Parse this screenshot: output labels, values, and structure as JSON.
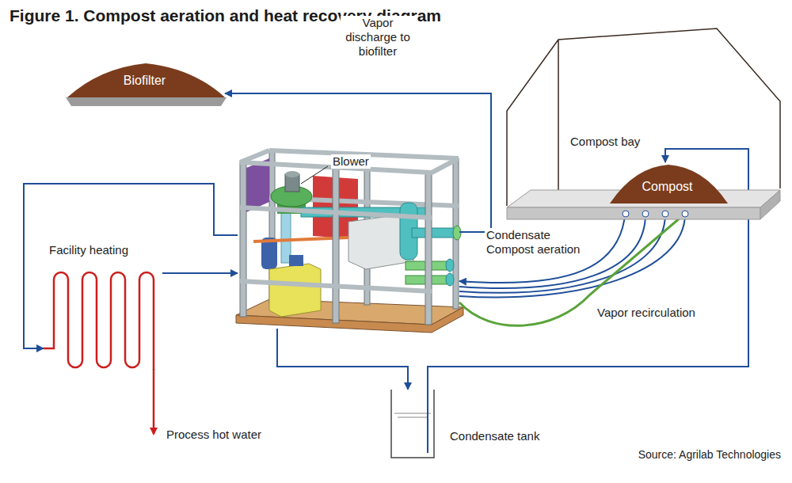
{
  "diagram": {
    "title": "Figure 1. Compost aeration and heat recovery diagram",
    "caption": "Source: Agrilab Technologies",
    "nodes": [
      {
        "text": [
          "Biofilter"
        ]
      },
      {
        "text": [
          "Blower"
        ]
      },
      {
        "text": [
          "Compost bay"
        ]
      },
      {
        "text": [
          "Compost"
        ],
        "in": 2
      },
      {
        "text": [
          "Facility heating"
        ]
      },
      {
        "text": [
          "Condensate tank"
        ]
      }
    ],
    "edges": [
      {
        "from": 1,
        "to": 0,
        "arrow": "to",
        "label": "Vapor discharge to biofilter"
      },
      {
        "from": 1,
        "to": 4,
        "arrow": "to"
      },
      {
        "from": 4,
        "to": 1,
        "arrow": "to"
      },
      {
        "from": 1,
        "to": 5,
        "arrow": "to"
      },
      {
        "from": 5,
        "to": 3,
        "arrow": "to"
      },
      {
        "from": 3,
        "to": 1,
        "arrow": "to"
      },
      {
        "from": 1,
        "to": 3,
        "arrow": "to",
        "label": "Vapor recirculation"
      }
    ],
    "labels": [
      "Condensate",
      "Compost aeration",
      "Process hot water"
    ]
  }
}
